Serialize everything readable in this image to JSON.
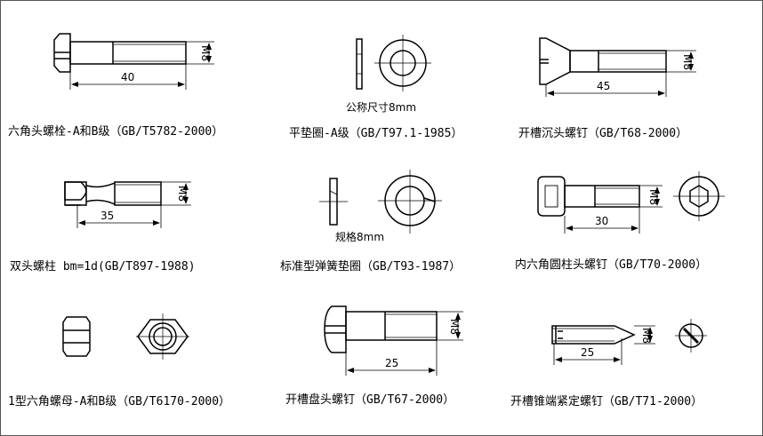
{
  "parts": [
    {
      "caption": "六角头螺栓-A和B级（GB/T5782-2000）",
      "length": "40",
      "thread": "M8"
    },
    {
      "caption": "平垫圈-A级（GB/T97.1-1985）",
      "note": "公称尺寸8mm"
    },
    {
      "caption": "开槽沉头螺钉（GB/T68-2000）",
      "length": "45",
      "thread": "M8"
    },
    {
      "caption": "双头螺柱 bm=1d(GB/T897-1988)",
      "length": "35",
      "thread": "M8"
    },
    {
      "caption": "标准型弹簧垫圈（GB/T93-1987）",
      "note": "规格8mm"
    },
    {
      "caption": "内六角圆柱头螺钉（GB/T70-2000）",
      "length": "30",
      "thread": "M8"
    },
    {
      "caption": "1型六角螺母-A和B级（GB/T6170-2000）"
    },
    {
      "caption": "开槽盘头螺钉（GB/T67-2000）",
      "length": "25",
      "thread": "M8"
    },
    {
      "caption": "开槽锥端紧定螺钉（GB/T71-2000）",
      "length": "25",
      "thread": "M8"
    }
  ],
  "colors": {
    "ink": "#000000",
    "paper": "#ffffff"
  }
}
